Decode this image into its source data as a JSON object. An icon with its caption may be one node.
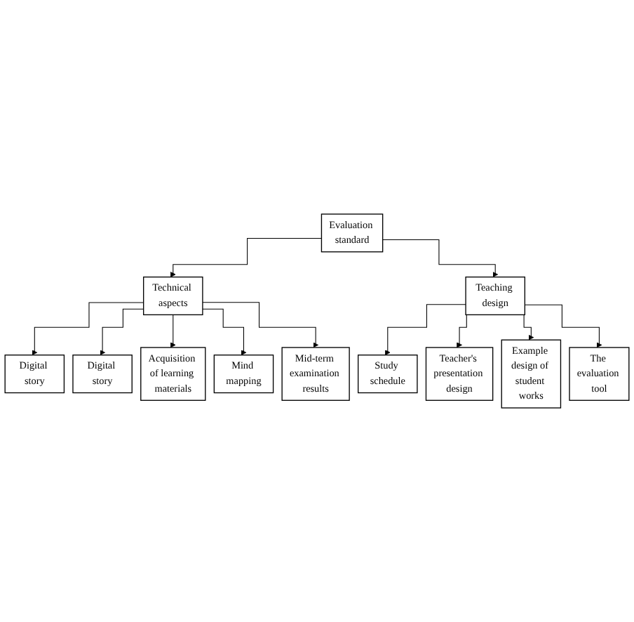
{
  "diagram": {
    "nodes": [
      {
        "text": [
          "Evaluation standard"
        ]
      },
      {
        "text": [
          "Technical aspects"
        ]
      },
      {
        "text": [
          "Teaching design"
        ]
      },
      {
        "text": [
          "Digital story"
        ]
      },
      {
        "text": [
          "Digital story"
        ]
      },
      {
        "text": [
          "Acquisition of learning materials"
        ]
      },
      {
        "text": [
          "Mind mapping"
        ]
      },
      {
        "text": [
          "Mid-term examination results"
        ]
      },
      {
        "text": [
          "Study schedule"
        ]
      },
      {
        "text": [
          "Teacher's presentation design"
        ]
      },
      {
        "text": [
          "Example design of student works"
        ]
      },
      {
        "text": [
          "The evaluation tool"
        ]
      }
    ],
    "edges": [
      {
        "from": 0,
        "to": 1,
        "arrow": "to"
      },
      {
        "from": 0,
        "to": 2,
        "arrow": "to"
      },
      {
        "from": 1,
        "to": 3,
        "arrow": "to"
      },
      {
        "from": 1,
        "to": 4,
        "arrow": "to"
      },
      {
        "from": 1,
        "to": 5,
        "arrow": "to"
      },
      {
        "from": 1,
        "to": 6,
        "arrow": "to"
      },
      {
        "from": 1,
        "to": 7,
        "arrow": "to"
      },
      {
        "from": 2,
        "to": 8,
        "arrow": "to"
      },
      {
        "from": 2,
        "to": 9,
        "arrow": "to"
      },
      {
        "from": 2,
        "to": 10,
        "arrow": "to"
      },
      {
        "from": 2,
        "to": 11,
        "arrow": "to"
      }
    ]
  }
}
